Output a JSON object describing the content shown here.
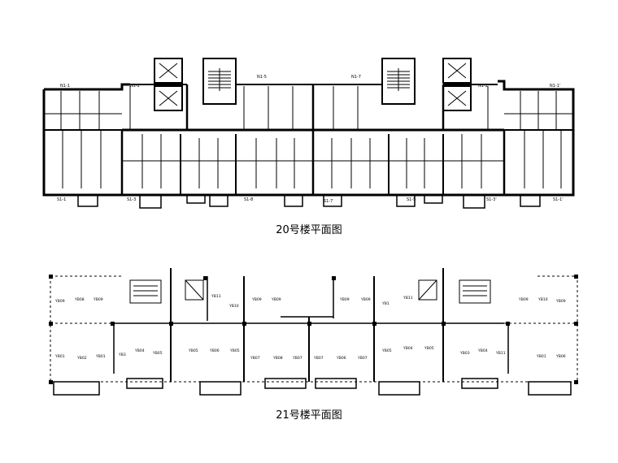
{
  "plan20": {
    "caption": "20号楼平面图",
    "tags": [
      "N1-1",
      "N1-2",
      "N1-2'",
      "N1-1'",
      "S1-1",
      "S1-3",
      "S1-8",
      "S1-7",
      "S1-5",
      "S1-3'",
      "S1-1'",
      "N1-5",
      "N1-7"
    ]
  },
  "plan21": {
    "caption": "21号楼平面图",
    "room_labels": [
      "YB09",
      "YB08",
      "YB09",
      "YB01",
      "YB02",
      "YB01",
      "YB3",
      "YB04",
      "YB05",
      "YB05",
      "YB06",
      "YB05",
      "YB11",
      "YB10",
      "YB09",
      "YB09",
      "YB07",
      "YB08",
      "YB07",
      "YB07",
      "YB06",
      "YB07",
      "YB09",
      "YB09",
      "YB1",
      "YB11",
      "YB05",
      "YB04",
      "YB05",
      "YB03",
      "YB04",
      "YB11",
      "YB09",
      "YB10",
      "YB09",
      "YB01",
      "YB06"
    ]
  }
}
